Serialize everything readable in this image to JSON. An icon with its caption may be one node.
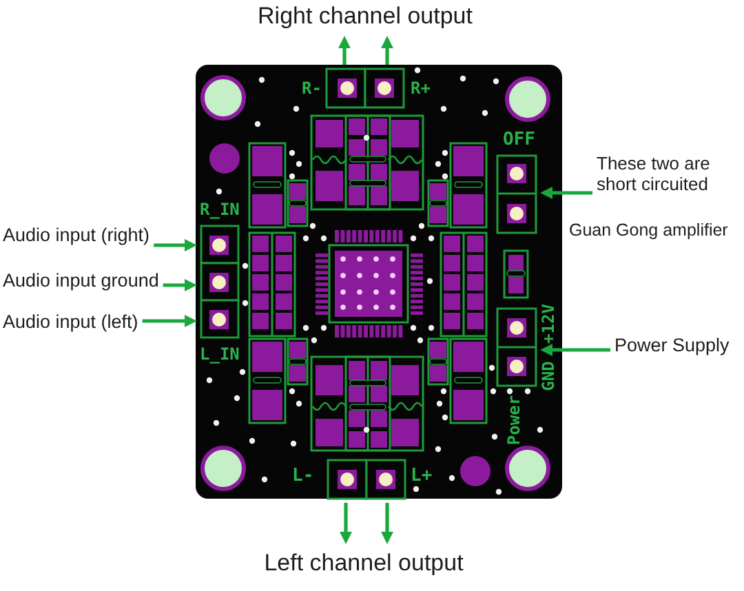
{
  "diagram": {
    "nodes": [
      {
        "text": [
          "Right channel output"
        ]
      },
      {
        "text": [],
        "shape": "box",
        "beside": [
          "R-"
        ]
      },
      {
        "text": [],
        "shape": "box",
        "beside": [
          "R+"
        ]
      },
      {
        "text": [
          "These two are short circuited"
        ]
      },
      {
        "text": [],
        "shape": "box",
        "beside": [
          "OFF"
        ]
      },
      {
        "text": [
          "Audio input (right)"
        ]
      },
      {
        "text": [],
        "shape": "box",
        "beside": [
          "R_IN"
        ]
      },
      {
        "text": [
          "Audio input ground"
        ]
      },
      {
        "text": [],
        "shape": "box"
      },
      {
        "text": [
          "Audio input (left)"
        ]
      },
      {
        "text": [],
        "shape": "box",
        "beside": [
          "L_IN"
        ]
      },
      {
        "text": [
          "Power Supply"
        ]
      },
      {
        "text": [],
        "shape": "box",
        "beside": [
          "+12V",
          "GND",
          "Power"
        ]
      },
      {
        "text": [],
        "shape": "box",
        "beside": [
          "L-"
        ]
      },
      {
        "text": [],
        "shape": "box",
        "beside": [
          "L+"
        ]
      },
      {
        "text": [
          "Left channel output"
        ]
      }
    ],
    "edges": [
      {
        "from": 1,
        "to": 0,
        "arrow": "to"
      },
      {
        "from": 2,
        "to": 0,
        "arrow": "to"
      },
      {
        "from": 3,
        "to": 4,
        "arrow": "to"
      },
      {
        "from": 5,
        "to": 6,
        "arrow": "to"
      },
      {
        "from": 7,
        "to": 8,
        "arrow": "to"
      },
      {
        "from": 9,
        "to": 10,
        "arrow": "to"
      },
      {
        "from": 11,
        "to": 12,
        "arrow": "to"
      },
      {
        "from": 13,
        "to": 15,
        "arrow": "to"
      },
      {
        "from": 14,
        "to": 15,
        "arrow": "to"
      }
    ],
    "labels": [
      "Guan Gong amplifier"
    ]
  }
}
